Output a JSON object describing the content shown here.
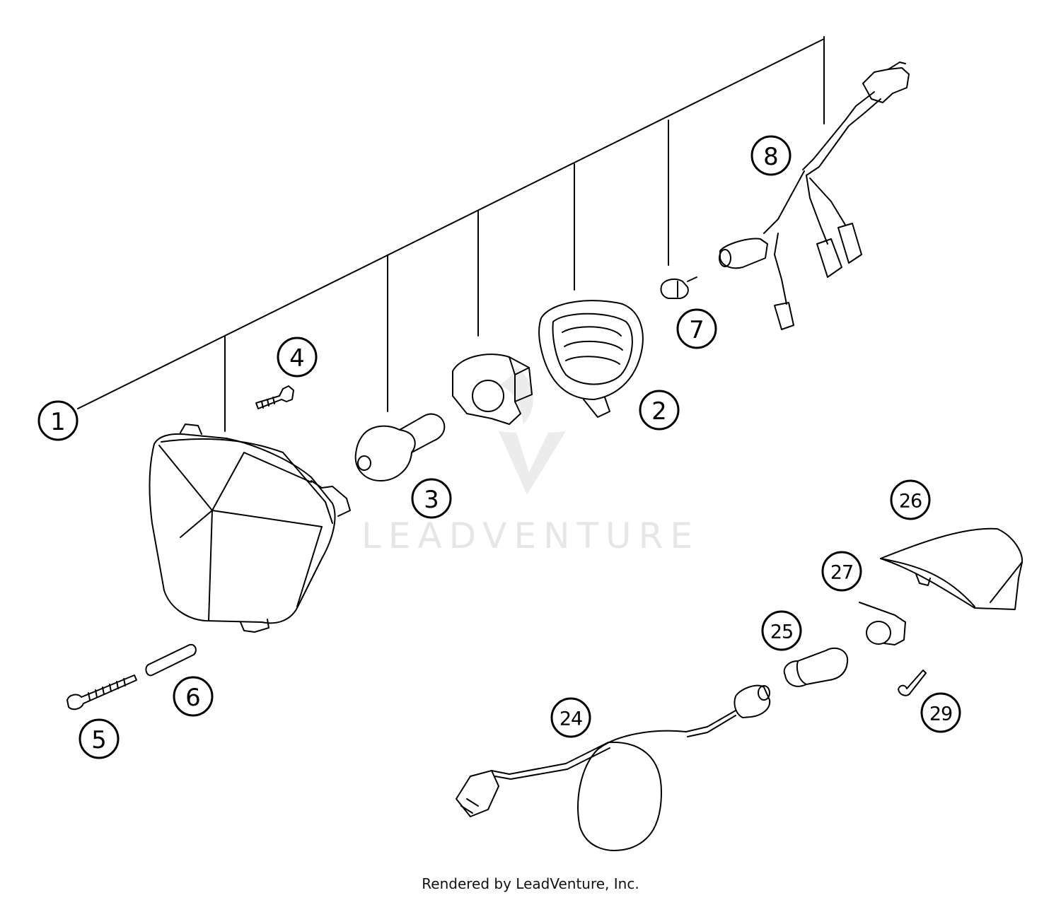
{
  "watermark": {
    "text": "LEADVENTURE"
  },
  "footer": {
    "text": "Rendered by LeadVenture, Inc."
  },
  "callouts": {
    "c1": "1",
    "c2": "2",
    "c3": "3",
    "c4": "4",
    "c5": "5",
    "c6": "6",
    "c7": "7",
    "c8": "8",
    "c24": "24",
    "c25": "25",
    "c26": "26",
    "c27": "27",
    "c29": "29"
  },
  "parts": {
    "headlight_housing": "headlight-housing",
    "bulb": "headlight-bulb",
    "retainer": "bulb-retainer-plate",
    "rubber_boot": "rubber-boot",
    "small_bulb": "parking-bulb",
    "wiring_harness": "headlight-wiring-harness",
    "screw_small": "screw",
    "bolt_long": "bolt",
    "spacer": "spacer-sleeve",
    "tail_cable": "tail-light-cable",
    "tail_bulb": "tail-light-bulb",
    "tail_lens": "tail-light-lens",
    "tail_socket": "tail-light-socket",
    "tail_screw": "tail-light-screw"
  }
}
